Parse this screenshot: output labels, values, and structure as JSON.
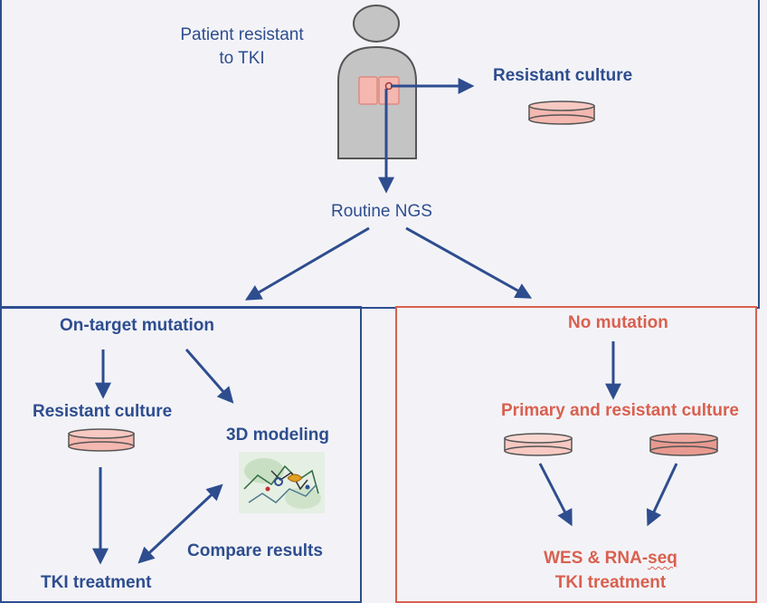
{
  "top": {
    "patient_label_line1": "Patient resistant",
    "patient_label_line2": "to TKI",
    "resistant_culture": "Resistant culture",
    "routine_ngs": "Routine NGS",
    "biopsy_mark": "o"
  },
  "left_panel": {
    "on_target": "On-target mutation",
    "resistant_culture": "Resistant culture",
    "modeling": "3D modeling",
    "compare": "Compare results",
    "tki_treatment": "TKI treatment"
  },
  "right_panel": {
    "no_mutation": "No mutation",
    "primary_resistant": "Primary and resistant culture",
    "wes_prefix": "WES & RNA-",
    "wes_suffix": "seq",
    "tki_treatment": "TKI treatment"
  },
  "colors": {
    "blue": "#2e4d8f",
    "red": "#d9604f",
    "dish_fill": "#f4b8b0",
    "body_gray": "#bfbfbf"
  }
}
